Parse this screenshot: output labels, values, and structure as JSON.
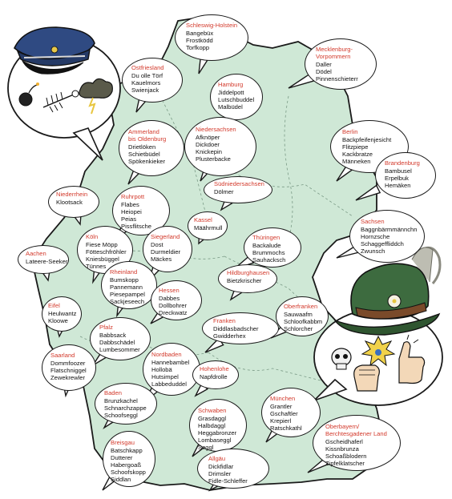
{
  "colors": {
    "map_fill": "#cfe8d6",
    "region_label": "#d33a2c",
    "word_text": "#111111",
    "outline": "#1a1a1a"
  },
  "decorations": {
    "north_icons": [
      "police-cap-icon",
      "bomb-icon",
      "fish-skeleton-icon",
      "storm-cloud-icon"
    ],
    "south_icons": [
      "alpine-hat-icon",
      "skull-icon",
      "explosion-star-icon",
      "fist-icon",
      "thumbs-up-icon"
    ]
  },
  "regions": [
    {
      "id": "schleswig-holstein",
      "name": "Schleswig-Holstein",
      "words": [
        "Bangebüx",
        "Frostködd",
        "Torfkopp"
      ]
    },
    {
      "id": "mecklenburg",
      "name": "Mecklenburg-\nVorpommern",
      "words": [
        "Daller",
        "Dödel",
        "Pinnenschieterr"
      ]
    },
    {
      "id": "ostfriesland",
      "name": "Ostfriesland",
      "words": [
        "Du olle Törf",
        "Kauelmors",
        "Swienjack"
      ]
    },
    {
      "id": "hamburg",
      "name": "Hamburg",
      "words": [
        "Jiddelpott",
        "Lutschbuddel",
        "Malbüdel"
      ]
    },
    {
      "id": "ammerland",
      "name": "Ammerland\nbis Oldenburg",
      "words": [
        "Drietlöken",
        "Schietbüdel",
        "Spökenkieker"
      ]
    },
    {
      "id": "niedersachsen",
      "name": "Niedersachsen",
      "words": [
        "Afknöper",
        "Dickdoer",
        "Knickepin",
        "Plusterbacke"
      ]
    },
    {
      "id": "berlin",
      "name": "Berlin",
      "words": [
        "Backpfeifenjesicht",
        "Flitzpiepe",
        "Kackbratze",
        "Männeken"
      ]
    },
    {
      "id": "brandenburg",
      "name": "Brandenburg",
      "words": [
        "Bambusel",
        "Erpelbuk",
        "Hemäken"
      ]
    },
    {
      "id": "suedniedersachsen",
      "name": "Südniedersachsen",
      "words": [
        "Dölmer"
      ]
    },
    {
      "id": "niederrhein",
      "name": "Niederrhein",
      "words": [
        "Klootsack"
      ]
    },
    {
      "id": "ruhrpott",
      "name": "Ruhrpott",
      "words": [
        "Flabes",
        "Heiopei",
        "Peias",
        "Pissflitsche"
      ]
    },
    {
      "id": "kassel",
      "name": "Kassel",
      "words": [
        "Mäährmull"
      ]
    },
    {
      "id": "sachsen",
      "name": "Sachsen",
      "words": [
        "Baggnbärmmännchn",
        "Hornzsche",
        "Schaggeffliddch",
        "Zwunsch"
      ]
    },
    {
      "id": "koeln",
      "name": "Köln",
      "words": [
        "Fiese Möpp",
        "Fötteschfröhler",
        "Kniesbüggel",
        "Tünnes"
      ]
    },
    {
      "id": "siegerland",
      "name": "Siegerland",
      "words": [
        "Dost",
        "Durmeldier",
        "Mäckes"
      ]
    },
    {
      "id": "thueringen",
      "name": "Thüringen",
      "words": [
        "Backalude",
        "Brummochs",
        "Sauhacksch"
      ]
    },
    {
      "id": "aachen",
      "name": "Aachen",
      "words": [
        "Lateere-Seeker"
      ]
    },
    {
      "id": "rheinland",
      "name": "Rheinland",
      "words": [
        "Bumskopp",
        "Pannemann",
        "Piesepampel",
        "Sackjeseech"
      ]
    },
    {
      "id": "hildburghausen",
      "name": "Hildburghausen",
      "words": [
        "Bietzkrischer"
      ]
    },
    {
      "id": "hessen",
      "name": "Hessen",
      "words": [
        "Dabbes",
        "Dollbohrer",
        "Dreckwatz"
      ]
    },
    {
      "id": "eifel",
      "name": "Eifel",
      "words": [
        "Heulwantz",
        "Kloowe"
      ]
    },
    {
      "id": "oberfranken",
      "name": "Oberfranken",
      "words": [
        "Sauwaafm",
        "Schloofkabbm",
        "Schlorcher"
      ]
    },
    {
      "id": "pfalz",
      "name": "Pfalz",
      "words": [
        "Babbsack",
        "Dabbschädel",
        "Lumbesommer"
      ]
    },
    {
      "id": "franken",
      "name": "Franken",
      "words": [
        "Diddlasbadscher",
        "Gwidderhex"
      ]
    },
    {
      "id": "saarland",
      "name": "Saarland",
      "words": [
        "Dommfoozer",
        "Flatschniggel",
        "Zewekrewler"
      ]
    },
    {
      "id": "nordbaden",
      "name": "Nordbaden",
      "words": [
        "Hannebambel",
        "Hollobä",
        "Hutsimpel",
        "Labbeduddel"
      ]
    },
    {
      "id": "hohenlohe",
      "name": "Hohenlohe",
      "words": [
        "Napfdrolle"
      ]
    },
    {
      "id": "baden",
      "name": "Baden",
      "words": [
        "Brunzkachel",
        "Schnarchzappe",
        "Schoofseggl"
      ]
    },
    {
      "id": "muenchen",
      "name": "München",
      "words": [
        "Grantler",
        "Gschaftler",
        "Krepierl",
        "Ratschkathl"
      ]
    },
    {
      "id": "schwaben",
      "name": "Schwaben",
      "words": [
        "Grasdaggl",
        "Halbdaggl",
        "Heggabronzer",
        "Lombaseggl",
        "Seggl"
      ]
    },
    {
      "id": "oberbayern",
      "name": "Oberbayern/\nBerchtesgadener Land",
      "words": [
        "Gscheidhaferl",
        "Kissnbrunza",
        "Schoaßblodern",
        "Zipfelklatscher"
      ]
    },
    {
      "id": "breisgau",
      "name": "Breisgau",
      "words": [
        "Batschkapp",
        "Dutterer",
        "Habergoaß",
        "Schoofskopp",
        "Siddlan"
      ]
    },
    {
      "id": "allgaeu",
      "name": "Allgäu",
      "words": [
        "Dickfidlar",
        "Drimsler",
        "Fidle-Schleffer"
      ]
    }
  ]
}
